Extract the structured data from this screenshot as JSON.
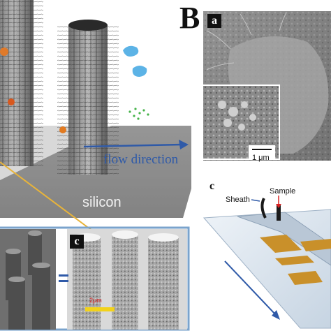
{
  "figure": {
    "panel_big_letter": "B",
    "sub_label_a": "a",
    "sub_label_c_bottom": "c",
    "sub_label_c_right": "c",
    "flow_text": "flow direction",
    "substrate_text": "silicon",
    "scalebar_sem": "1 μm",
    "scalebar_pillars": "2μm",
    "sheath_label": "Sheath",
    "sample_label": "Sample",
    "equals_sign": "="
  },
  "colors": {
    "panel_border": "#7aa3cc",
    "flow_arrow": "#2f5aa8",
    "connector_line": "#e8b43a",
    "scalebar_yellow": "#f2d21b",
    "electrode_gold": "#c9902a",
    "sample_arrow": "#d92020",
    "silicon_slab": "#8d8d8d",
    "sem_gray": "#8a8a8a"
  }
}
